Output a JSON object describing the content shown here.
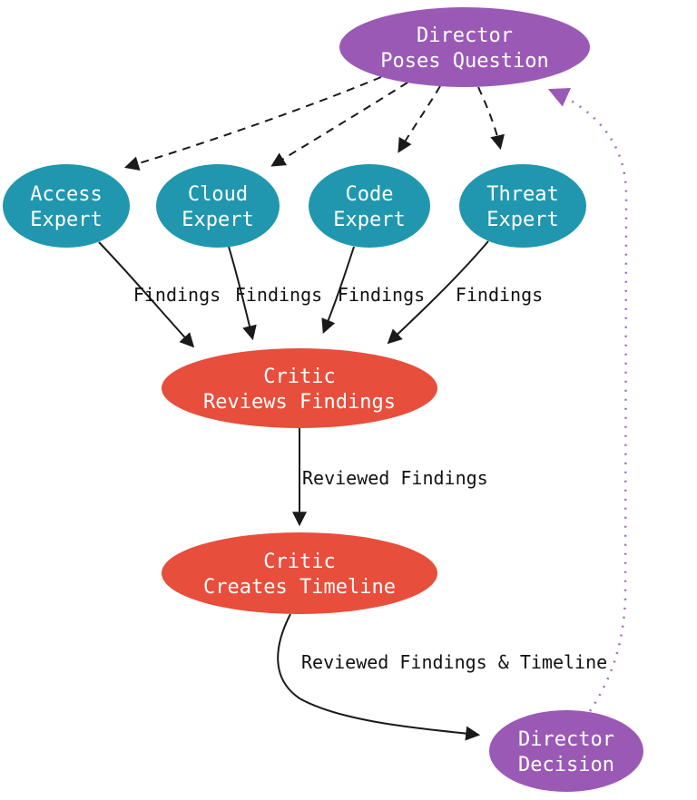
{
  "colors": {
    "purple": "#9b59b6",
    "teal": "#2097ae",
    "red": "#e74e3c",
    "edge_black": "#1a1a1a",
    "dotted_purple": "#a06cc0",
    "node_text": "#ffffff",
    "background": "#ffffff"
  },
  "nodes": {
    "director_question": {
      "line1": "Director",
      "line2": "Poses Question",
      "color": "#9b59b6"
    },
    "access_expert": {
      "line1": "Access",
      "line2": "Expert",
      "color": "#2097ae"
    },
    "cloud_expert": {
      "line1": "Cloud",
      "line2": "Expert",
      "color": "#2097ae"
    },
    "code_expert": {
      "line1": "Code",
      "line2": "Expert",
      "color": "#2097ae"
    },
    "threat_expert": {
      "line1": "Threat",
      "line2": "Expert",
      "color": "#2097ae"
    },
    "critic_reviews": {
      "line1": "Critic",
      "line2": "Reviews Findings",
      "color": "#e74e3c"
    },
    "critic_timeline": {
      "line1": "Critic",
      "line2": "Creates Timeline",
      "color": "#e74e3c"
    },
    "director_decision": {
      "line1": "Director",
      "line2": "Decision",
      "color": "#9b59b6"
    }
  },
  "edges": [
    {
      "from": "director_question",
      "to": "access_expert",
      "style": "dashed",
      "label": ""
    },
    {
      "from": "director_question",
      "to": "cloud_expert",
      "style": "dashed",
      "label": ""
    },
    {
      "from": "director_question",
      "to": "code_expert",
      "style": "dashed",
      "label": ""
    },
    {
      "from": "director_question",
      "to": "threat_expert",
      "style": "dashed",
      "label": ""
    },
    {
      "from": "access_expert",
      "to": "critic_reviews",
      "style": "solid",
      "label": "Findings"
    },
    {
      "from": "cloud_expert",
      "to": "critic_reviews",
      "style": "solid",
      "label": "Findings"
    },
    {
      "from": "code_expert",
      "to": "critic_reviews",
      "style": "solid",
      "label": "Findings"
    },
    {
      "from": "threat_expert",
      "to": "critic_reviews",
      "style": "solid",
      "label": "Findings"
    },
    {
      "from": "critic_reviews",
      "to": "critic_timeline",
      "style": "solid",
      "label": "Reviewed Findings"
    },
    {
      "from": "critic_timeline",
      "to": "director_decision",
      "style": "solid",
      "label": "Reviewed Findings & Timeline"
    },
    {
      "from": "director_decision",
      "to": "director_question",
      "style": "dotted",
      "label": ""
    }
  ]
}
